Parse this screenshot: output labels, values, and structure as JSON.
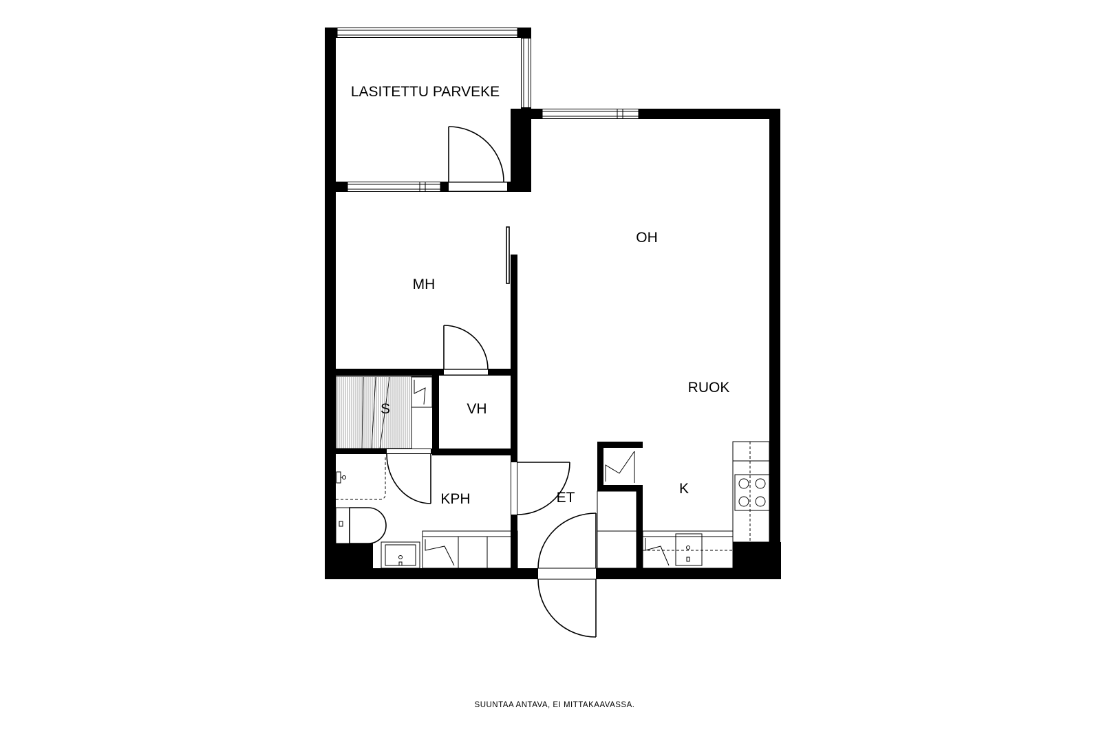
{
  "rooms": {
    "balcony": "LASITETTU PARVEKE",
    "living": "OH",
    "bedroom": "MH",
    "dining": "RUOK",
    "sauna": "S",
    "wardrobe": "VH",
    "bathroom": "KPH",
    "hall": "ET",
    "kitchen": "K"
  },
  "footer": {
    "note": "SUUNTAA ANTAVA, EI MITTAKAAVASSA."
  },
  "colors": {
    "wall": "#000000",
    "background": "#ffffff"
  }
}
